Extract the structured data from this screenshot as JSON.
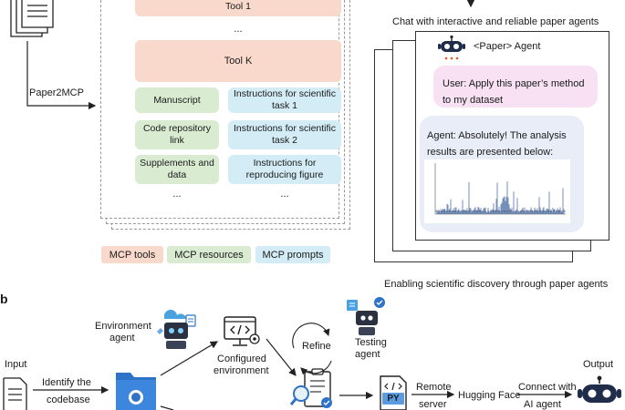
{
  "panel_a": {
    "paper2mcp_label": "Paper2MCP",
    "tool_1_label": "Tool 1",
    "tool_ellipsis": "...",
    "tool_k_label": "Tool K",
    "resources": [
      "Manuscript",
      "Code repository link",
      "Supplements and data",
      "..."
    ],
    "prompts": [
      "Instructions for scientific task 1",
      "Instructions for scientific task 2",
      "Instructions for reproducing figure",
      "..."
    ],
    "legend": [
      "MCP tools",
      "MCP resources",
      "MCP prompts"
    ],
    "chat_title": "Chat with interactive and reliable paper agents",
    "agent_name": "<Paper> Agent",
    "user_message": "User: Apply this paper’s method to my dataset",
    "agent_message": "Agent: Absolutely! The analysis results are presented below:",
    "footer": "Enabling scientific discovery through paper agents",
    "colors": {
      "tool": "#f8d9cb",
      "resource": "#d9ecd2",
      "prompt": "#d3ecf5",
      "user_bubble": "#f7e1f3",
      "agent_bubble": "#e8edf7"
    }
  },
  "panel_b": {
    "label": "b",
    "input_label": "Input",
    "identify_label_1": "Identify the",
    "identify_label_2": "codebase",
    "environment_agent_1": "Environment",
    "environment_agent_2": "agent",
    "configured_1": "Configured",
    "configured_2": "environment",
    "refine_label": "Refine",
    "testing_agent_1": "Testing",
    "testing_agent_2": "agent",
    "py_label": "PY",
    "remote_1": "Remote",
    "remote_2": "server",
    "hugging_face": "Hugging Face",
    "connect_1": "Connect with",
    "connect_2": "AI agent",
    "output_label": "Output"
  }
}
